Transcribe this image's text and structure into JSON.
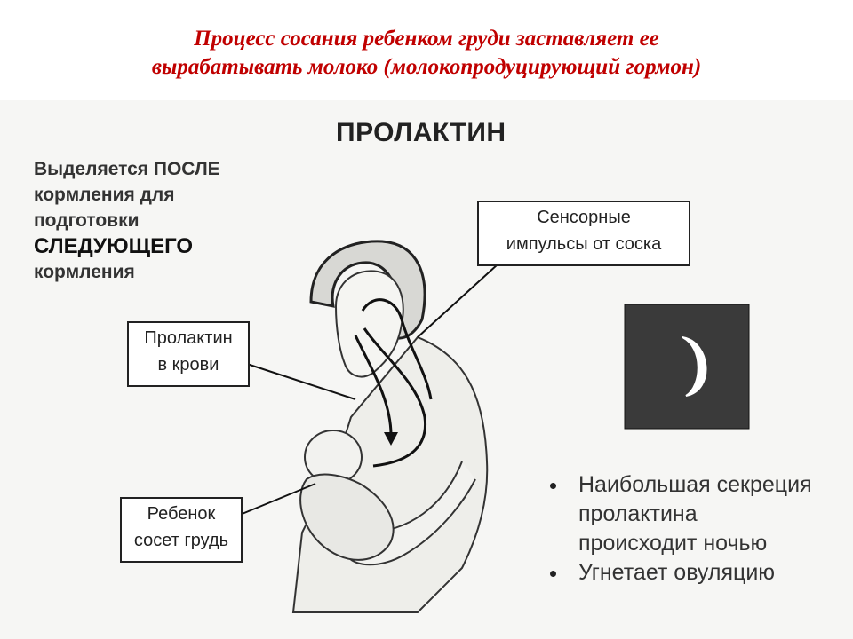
{
  "title": {
    "line1": "Процесс сосания ребенком груди заставляет ее",
    "line2": "вырабатывать молоко (молокопродуцирующий гормон)"
  },
  "heading": "ПРОЛАКТИН",
  "released_after": {
    "line1": "Выделяется ПОСЛЕ",
    "line2": "кормления для",
    "line3": "подготовки",
    "line4": "СЛЕДУЮЩЕГО",
    "line5": "кормления"
  },
  "callouts": {
    "sensory": {
      "line1": "Сенсорные",
      "line2": "импульсы от соска"
    },
    "blood": {
      "line1": "Пролактин",
      "line2": "в крови"
    },
    "baby": {
      "line1": "Ребенок",
      "line2": "сосет грудь"
    }
  },
  "bullets": {
    "item1_line1": "Наибольшая секреция",
    "item1_line2": "пролактина",
    "item1_line3": "происходит ночью",
    "item2": "Угнетает овуляцию"
  },
  "colors": {
    "title": "#c00000",
    "night_square": "#3a3a3a",
    "moon": "#ffffff"
  },
  "icons": {
    "night": "crescent-moon-icon"
  }
}
